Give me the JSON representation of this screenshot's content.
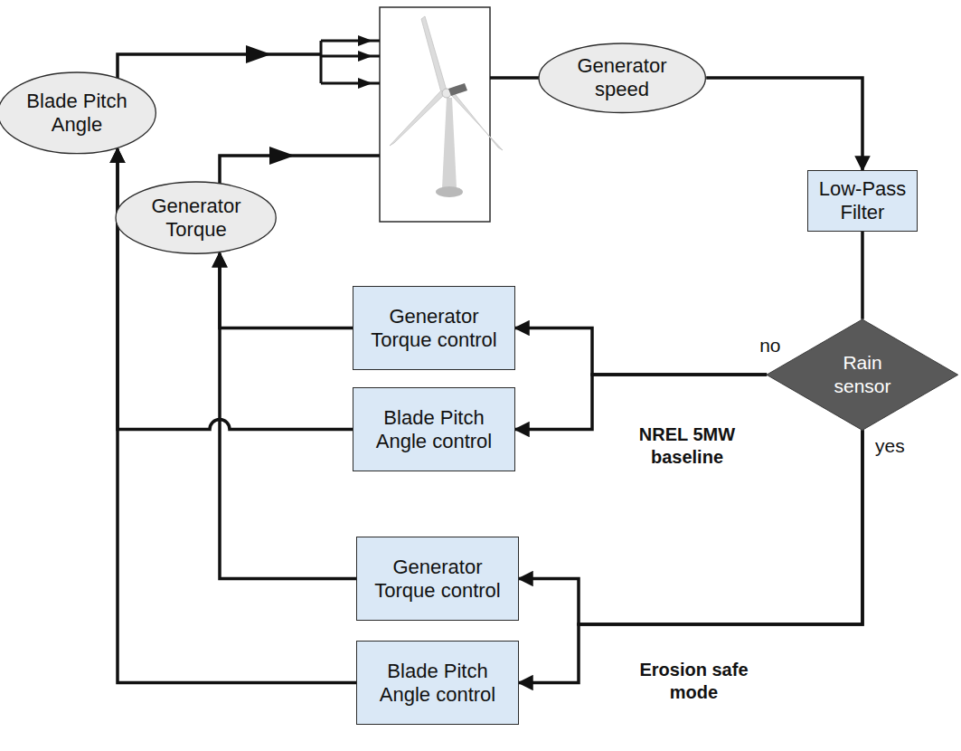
{
  "diagram": {
    "nodes": [
      {
        "text": [
          "Blade Pitch Angle"
        ]
      },
      {
        "text": [
          "Generator speed"
        ]
      },
      {
        "text": [
          "Generator Torque"
        ]
      },
      {
        "text": [
          "Low-Pass Filter"
        ]
      },
      {
        "text": [
          "NREL 5MW baseline"
        ]
      },
      {
        "text": [
          "Generator Torque control"
        ],
        "in": 4
      },
      {
        "text": [
          "Blade Pitch Angle control"
        ],
        "in": 4
      },
      {
        "text": [
          "Rain sensor"
        ]
      },
      {
        "text": [
          "Erosion safe mode"
        ]
      },
      {
        "text": [
          "Generator Torque control"
        ],
        "in": 8
      },
      {
        "text": [
          "Blade Pitch Angle control"
        ],
        "in": 8
      }
    ],
    "edges": [
      {
        "from": 1,
        "to": 3,
        "arrow": "to"
      },
      {
        "from": 3,
        "to": 7,
        "arrow": "none"
      },
      {
        "from": 7,
        "to": 5,
        "label": "no",
        "arrow": "to"
      },
      {
        "from": 7,
        "to": 6,
        "arrow": "to"
      },
      {
        "from": 7,
        "to": 9,
        "label": "yes",
        "arrow": "to"
      },
      {
        "from": 7,
        "to": 10,
        "arrow": "to"
      },
      {
        "from": 5,
        "to": 2,
        "arrow": "to"
      },
      {
        "from": 9,
        "to": 2,
        "arrow": "to"
      },
      {
        "from": 6,
        "to": 0,
        "arrow": "to"
      },
      {
        "from": 10,
        "to": 0,
        "arrow": "to"
      }
    ]
  }
}
